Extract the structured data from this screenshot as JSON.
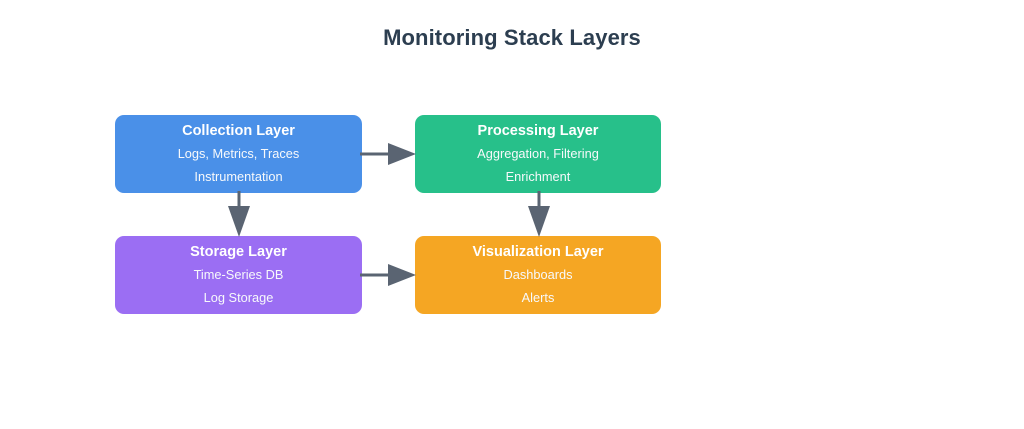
{
  "diagram": {
    "title": "Monitoring Stack Layers",
    "type": "flowchart",
    "background_color": "#ffffff",
    "title_color": "#2c3e50",
    "arrow_color": "#5a6472",
    "nodes": [
      {
        "id": "collection",
        "title": "Collection Layer",
        "line1": "Logs, Metrics, Traces",
        "line2": "Instrumentation",
        "color": "#4a90e8",
        "row": 1,
        "column": 1
      },
      {
        "id": "processing",
        "title": "Processing Layer",
        "line1": "Aggregation, Filtering",
        "line2": "Enrichment",
        "color": "#27c08a",
        "row": 1,
        "column": 2
      },
      {
        "id": "storage",
        "title": "Storage Layer",
        "line1": "Time-Series DB",
        "line2": "Log Storage",
        "color": "#9b6ef3",
        "row": 2,
        "column": 1
      },
      {
        "id": "visualization",
        "title": "Visualization Layer",
        "line1": "Dashboards",
        "line2": "Alerts",
        "color": "#f5a623",
        "row": 2,
        "column": 2
      }
    ],
    "edges": [
      {
        "id": "collection-processing",
        "from": "collection",
        "to": "processing",
        "direction": "right"
      },
      {
        "id": "collection-storage",
        "from": "collection",
        "to": "storage",
        "direction": "down"
      },
      {
        "id": "processing-visualization",
        "from": "processing",
        "to": "visualization",
        "direction": "down"
      },
      {
        "id": "storage-visualization",
        "from": "storage",
        "to": "visualization",
        "direction": "right"
      }
    ]
  }
}
